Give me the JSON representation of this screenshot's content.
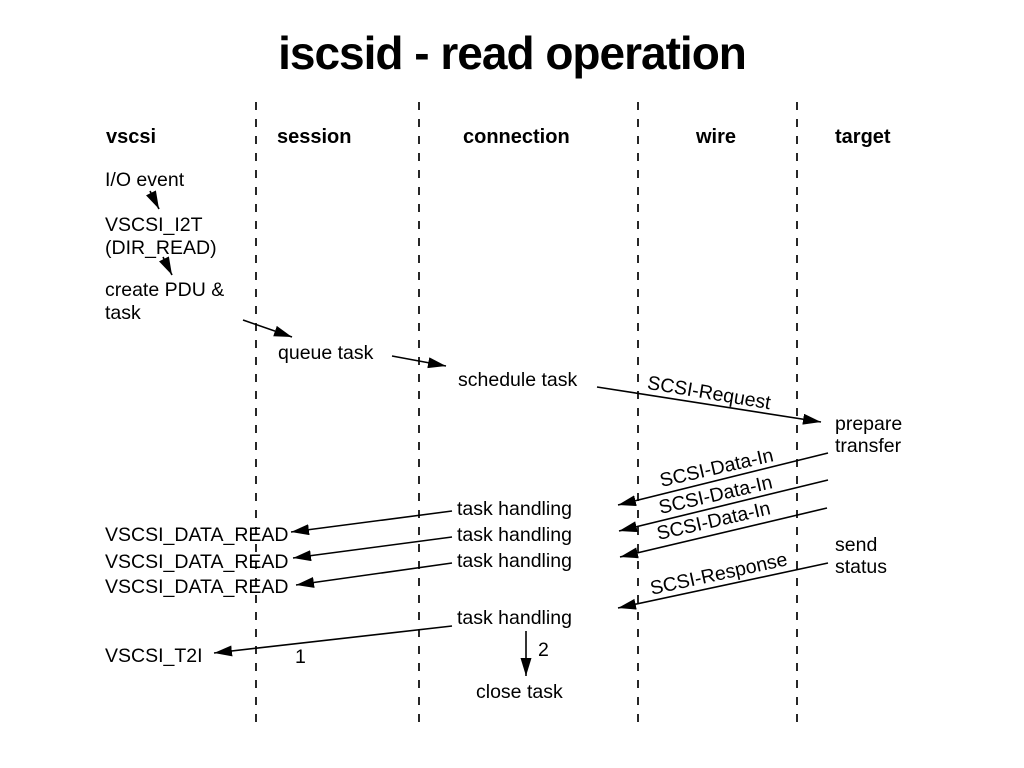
{
  "title": "iscsid - read operation",
  "lanes": [
    {
      "label": "vscsi"
    },
    {
      "label": "session"
    },
    {
      "label": "connection"
    },
    {
      "label": "wire"
    },
    {
      "label": "target"
    }
  ],
  "flow": {
    "io_event": "I/O event",
    "vscsi_i2t": "VSCSI_I2T",
    "dir_read": "(DIR_READ)",
    "create_pdu_line1": "create PDU &",
    "create_pdu_line2": "task",
    "queue_task": "queue task",
    "schedule_task": "schedule task",
    "scsi_request": "SCSI-Request",
    "prepare_line1": "prepare",
    "prepare_line2": "transfer",
    "scsi_data_in": "SCSI-Data-In",
    "task_handling": "task handling",
    "vscsi_data_read": "VSCSI_DATA_READ",
    "send_line1": "send",
    "send_line2": "status",
    "scsi_response": "SCSI-Response",
    "vscsi_t2i": "VSCSI_T2I",
    "step1": "1",
    "step2": "2",
    "close_task": "close task"
  },
  "colors": {
    "ink": "#000000",
    "background": "#ffffff"
  }
}
